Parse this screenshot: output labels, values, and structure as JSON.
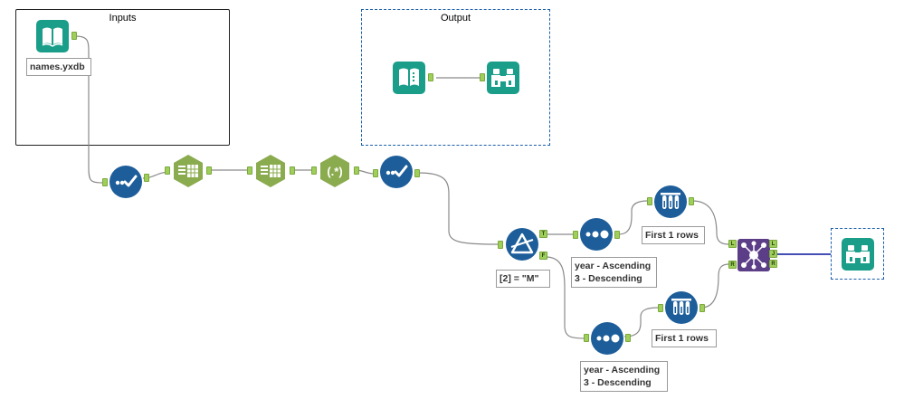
{
  "containers": {
    "inputs_title": "Inputs",
    "output_title": "Output"
  },
  "annotations": {
    "input_file": "names.yxdb",
    "filter_expression": "[2] = \"M\"",
    "sort_top_line1": "year - Ascending",
    "sort_top_line2": "3 - Descending",
    "sort_bottom_line1": "year - Ascending",
    "sort_bottom_line2": "3 - Descending",
    "sample_top": "First 1 rows",
    "sample_bottom": "First 1 rows"
  },
  "anchors": {
    "true_label": "T",
    "false_label": "F",
    "join_left": "L",
    "join_right": "R",
    "join_out_left": "L",
    "join_out_join": "J",
    "join_out_right": "R"
  },
  "colors": {
    "input_teal": "#1a9e8a",
    "prep_blue": "#1d5e9a",
    "parse_green": "#8aab4e",
    "join_purple": "#5c3d87",
    "anchor_green": "#9fcf5a",
    "wire": "#8a8a8a",
    "wire_selected": "#2a35a8"
  },
  "tools": [
    {
      "name": "input-data-tool",
      "icon": "book-icon"
    },
    {
      "name": "select-tool",
      "icon": "checkmark-icon"
    },
    {
      "name": "text-to-columns-tool-1",
      "icon": "columns-icon"
    },
    {
      "name": "text-to-columns-tool-2",
      "icon": "columns-icon"
    },
    {
      "name": "regex-tool",
      "icon": "regex-icon"
    },
    {
      "name": "select-tool-2",
      "icon": "checkmark-icon"
    },
    {
      "name": "filter-tool",
      "icon": "filter-triangle-icon"
    },
    {
      "name": "sort-tool-top",
      "icon": "sort-dots-icon"
    },
    {
      "name": "sort-tool-bottom",
      "icon": "sort-dots-icon"
    },
    {
      "name": "sample-tool-top",
      "icon": "test-tubes-icon"
    },
    {
      "name": "sample-tool-bottom",
      "icon": "test-tubes-icon"
    },
    {
      "name": "join-tool",
      "icon": "join-icon"
    },
    {
      "name": "browse-tool-final",
      "icon": "binoculars-icon"
    },
    {
      "name": "text-input-tool",
      "icon": "book-icon"
    },
    {
      "name": "browse-tool-output",
      "icon": "binoculars-icon"
    }
  ]
}
